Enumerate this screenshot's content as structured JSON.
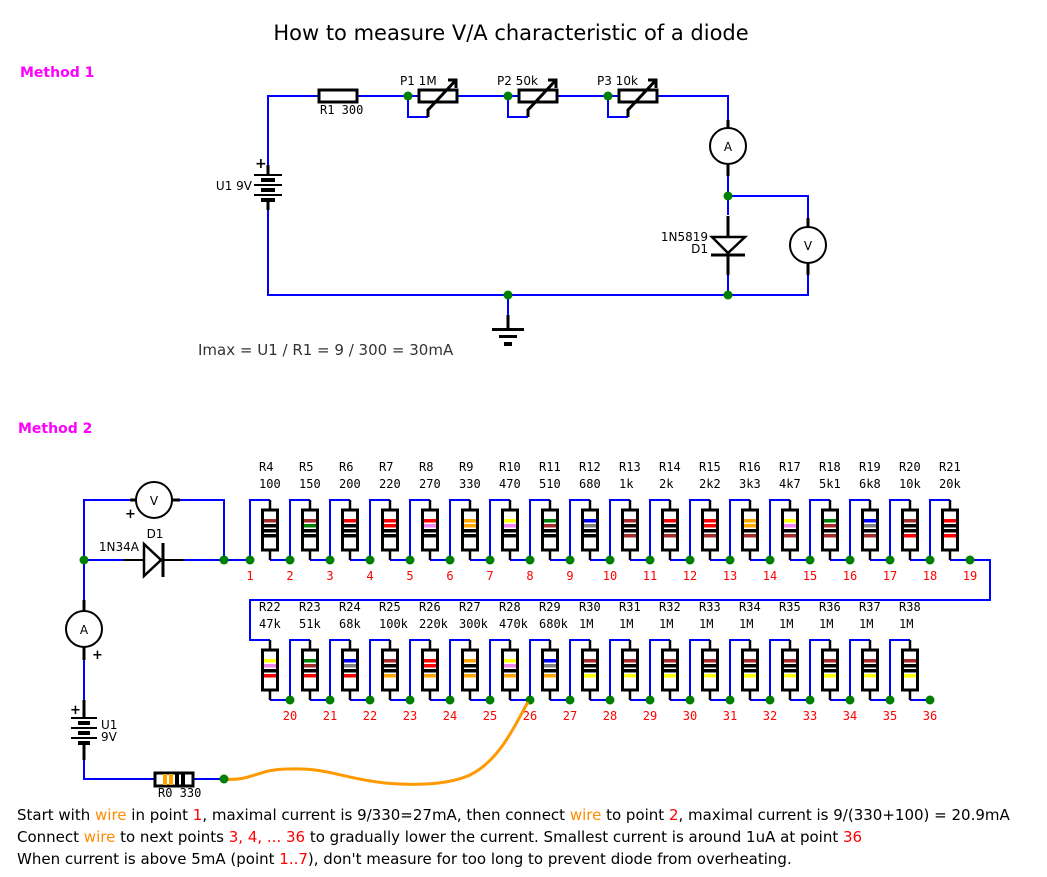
{
  "title": "How to measure V/A characteristic of a diode",
  "colors": {
    "wire": "#0000ff",
    "node": "#008000",
    "heading": "#ff00ff",
    "highlight_wire": "#ff8c00",
    "point_label": "#ff0000"
  },
  "method1": {
    "heading": "Method 1",
    "battery": {
      "label": "U1 9V",
      "plus": "+"
    },
    "r1": {
      "label": "R1 300"
    },
    "pots": [
      {
        "label": "P1 1M"
      },
      {
        "label": "P2 50k"
      },
      {
        "label": "P3 10k"
      }
    ],
    "ammeter": "A",
    "voltmeter": "V",
    "diode": {
      "part": "1N5819",
      "ref": "D1"
    },
    "formula": "Imax = U1 / R1 = 9 / 300 = 30mA"
  },
  "method2": {
    "heading": "Method 2",
    "voltmeter": "V",
    "voltmeter_plus": "+",
    "ammeter": "A",
    "ammeter_plus": "+",
    "diode": {
      "part": "1N34A",
      "ref": "D1"
    },
    "battery": {
      "ref": "U1",
      "voltage": "9V",
      "plus": "+"
    },
    "r0": {
      "label": "R0 330",
      "bands": [
        "orange",
        "orange",
        "black",
        "black"
      ]
    },
    "row1": [
      {
        "ref": "R4",
        "value": "100"
      },
      {
        "ref": "R5",
        "value": "150"
      },
      {
        "ref": "R6",
        "value": "200"
      },
      {
        "ref": "R7",
        "value": "220"
      },
      {
        "ref": "R8",
        "value": "270"
      },
      {
        "ref": "R9",
        "value": "330"
      },
      {
        "ref": "R10",
        "value": "470"
      },
      {
        "ref": "R11",
        "value": "510"
      },
      {
        "ref": "R12",
        "value": "680"
      },
      {
        "ref": "R13",
        "value": "1k"
      },
      {
        "ref": "R14",
        "value": "2k"
      },
      {
        "ref": "R15",
        "value": "2k2"
      },
      {
        "ref": "R16",
        "value": "3k3"
      },
      {
        "ref": "R17",
        "value": "4k7"
      },
      {
        "ref": "R18",
        "value": "5k1"
      },
      {
        "ref": "R19",
        "value": "6k8"
      },
      {
        "ref": "R20",
        "value": "10k"
      },
      {
        "ref": "R21",
        "value": "20k"
      }
    ],
    "row2": [
      {
        "ref": "R22",
        "value": "47k"
      },
      {
        "ref": "R23",
        "value": "51k"
      },
      {
        "ref": "R24",
        "value": "68k"
      },
      {
        "ref": "R25",
        "value": "100k"
      },
      {
        "ref": "R26",
        "value": "220k"
      },
      {
        "ref": "R27",
        "value": "300k"
      },
      {
        "ref": "R28",
        "value": "470k"
      },
      {
        "ref": "R29",
        "value": "680k"
      },
      {
        "ref": "R30",
        "value": "1M"
      },
      {
        "ref": "R31",
        "value": "1M"
      },
      {
        "ref": "R32",
        "value": "1M"
      },
      {
        "ref": "R33",
        "value": "1M"
      },
      {
        "ref": "R34",
        "value": "1M"
      },
      {
        "ref": "R35",
        "value": "1M"
      },
      {
        "ref": "R36",
        "value": "1M"
      },
      {
        "ref": "R37",
        "value": "1M"
      },
      {
        "ref": "R38",
        "value": "1M"
      }
    ],
    "points_row1": [
      "1",
      "2",
      "3",
      "4",
      "5",
      "6",
      "7",
      "8",
      "9",
      "10",
      "11",
      "12",
      "13",
      "14",
      "15",
      "16",
      "17",
      "18",
      "19"
    ],
    "points_row2": [
      "20",
      "21",
      "22",
      "23",
      "24",
      "25",
      "26",
      "27",
      "28",
      "29",
      "30",
      "31",
      "32",
      "33",
      "34",
      "35",
      "36"
    ],
    "wire_connected_to_point": "26"
  },
  "instructions": [
    [
      {
        "t": "Start with ",
        "c": "n"
      },
      {
        "t": "wire",
        "c": "w"
      },
      {
        "t": " in point ",
        "c": "n"
      },
      {
        "t": "1",
        "c": "r"
      },
      {
        "t": ", maximal current is 9/330=27mA, then connect ",
        "c": "n"
      },
      {
        "t": "wire",
        "c": "w"
      },
      {
        "t": " to point ",
        "c": "n"
      },
      {
        "t": "2",
        "c": "r"
      },
      {
        "t": ", maximal current is 9/(330+100) = 20.9mA",
        "c": "n"
      }
    ],
    [
      {
        "t": "Connect ",
        "c": "n"
      },
      {
        "t": "wire",
        "c": "w"
      },
      {
        "t": " to next points ",
        "c": "n"
      },
      {
        "t": "3, 4, ... 36",
        "c": "r"
      },
      {
        "t": " to gradually lower the current. Smallest current is around 1uA at point ",
        "c": "n"
      },
      {
        "t": "36",
        "c": "r"
      }
    ],
    [
      {
        "t": "When current is above 5mA (point ",
        "c": "n"
      },
      {
        "t": "1..7",
        "c": "r"
      },
      {
        "t": "), don't measure for too long to prevent diode from overheating.",
        "c": "n"
      }
    ]
  ]
}
